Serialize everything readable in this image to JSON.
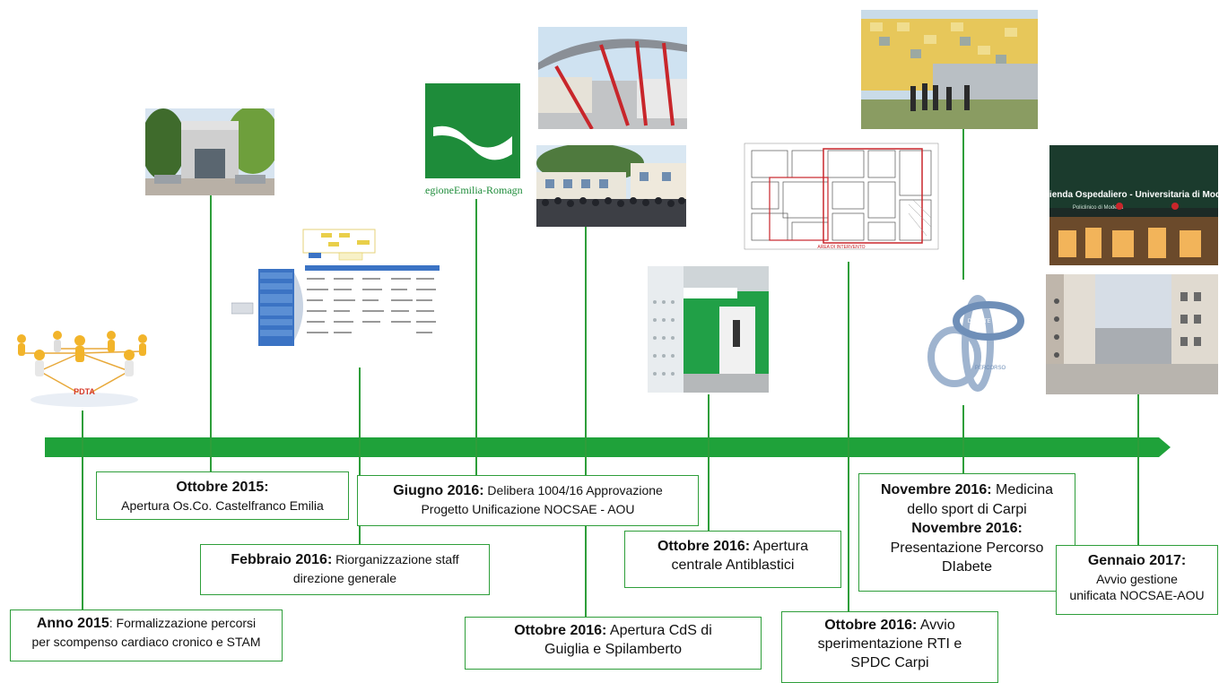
{
  "colors": {
    "timeline": "#1fa23a",
    "line": "#2e9e3a",
    "region_green": "#1e8c3a"
  },
  "images": {
    "pdta": {
      "label": "PDTA",
      "icon": "people-network-icon"
    },
    "castelfranco": {
      "icon": "hospital-building-photo"
    },
    "org_chart": {
      "icon": "org-chart-image"
    },
    "regione": {
      "label": "RegioneEmilia-Romagna",
      "icon": "regione-logo"
    },
    "canopy": {
      "icon": "canopy-building-photo"
    },
    "crowd": {
      "icon": "crowd-photo"
    },
    "floorplan": {
      "label": "AREA DI INTERVENTO",
      "icon": "floor-plan-image"
    },
    "door": {
      "icon": "green-door-photo"
    },
    "colorful_building": {
      "icon": "colorful-building-photo"
    },
    "diabete": {
      "label_top": "DIABETE TIPO 1",
      "label_bottom": "PERCORSO",
      "icon": "diabete-logo"
    },
    "aou": {
      "label": "Azienda Ospedaliero - Universitaria di Modena",
      "sublabel": "Policlinico di Modena",
      "icon": "aou-sign-photo"
    },
    "courtyard": {
      "icon": "hospital-courtyard-photo"
    }
  },
  "events": {
    "anno2015": {
      "date": "Anno 2015",
      "text_a": ": Formalizzazione percorsi",
      "text_b": "per scompenso cardiaco cronico e STAM"
    },
    "ott2015": {
      "date": "Ottobre 2015:",
      "text": "Apertura  Os.Co. Castelfranco Emilia"
    },
    "feb2016": {
      "date": "Febbraio 2016:",
      "text_a": " Riorganizzazione staff",
      "text_b": "direzione generale"
    },
    "giu2016": {
      "date": "Giugno 2016:",
      "text_a": " Delibera 1004/16  Approvazione",
      "text_b": "Progetto Unificazione NOCSAE - AOU"
    },
    "ott2016_cds": {
      "date": "Ottobre 2016:",
      "text_a": " Apertura CdS di",
      "text_b": "Guiglia e Spilamberto"
    },
    "ott2016_anti": {
      "date": "Ottobre 2016:",
      "text_a": " Apertura",
      "text_b": "centrale Antiblastici"
    },
    "ott2016_rti": {
      "date": "Ottobre 2016:",
      "text_a": " Avvio",
      "text_b": "sperimentazione RTI e",
      "text_c": "SPDC  Carpi"
    },
    "nov2016": {
      "date1": "Novembre 2016:",
      "text1_a": " Medicina",
      "text1_b": "dello sport di Carpi",
      "date2": "Novembre 2016:",
      "text2_a": "Presentazione Percorso",
      "text2_b": "DIabete"
    },
    "gen2017": {
      "date": "Gennaio 2017:",
      "text_a": "Avvio gestione",
      "text_b": "unificata NOCSAE-AOU"
    }
  }
}
